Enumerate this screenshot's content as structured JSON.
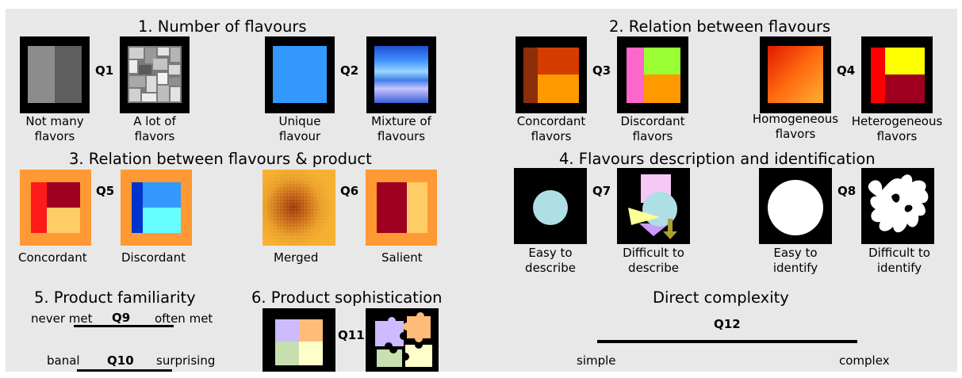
{
  "sections": {
    "s1": "1. Number of flavours",
    "s2": "2. Relation between flavours",
    "s3": "3. Relation between flavours & product",
    "s4": "4. Flavours description and identification",
    "s5": "5. Product familiarity",
    "s6": "6. Product sophistication",
    "s7": "Direct complexity"
  },
  "questions": {
    "q1": "Q1",
    "q2": "Q2",
    "q3": "Q3",
    "q4": "Q4",
    "q5": "Q5",
    "q6": "Q6",
    "q7": "Q7",
    "q8": "Q8",
    "q9": "Q9",
    "q10": "Q10",
    "q11": "Q11",
    "q12": "Q12"
  },
  "captions": {
    "not_many": [
      "Not many",
      "flavors"
    ],
    "a_lot": [
      "A lot of",
      "flavors"
    ],
    "unique": [
      "Unique",
      "flavour"
    ],
    "mixture": [
      "Mixture of",
      "flavours"
    ],
    "concordant_flavors": [
      "Concordant",
      "flavors"
    ],
    "discordant_flavors": [
      "Discordant",
      "flavors"
    ],
    "homogeneous": [
      "Homogeneous",
      "flavors"
    ],
    "heterogeneous": [
      "Heterogeneous",
      "flavors"
    ],
    "concordant": "Concordant",
    "discordant": "Discordant",
    "merged": "Merged",
    "salient": "Salient",
    "easy_describe": [
      "Easy to",
      "describe"
    ],
    "difficult_describe": [
      "Difficult to",
      "describe"
    ],
    "easy_identify": [
      "Easy to",
      "identify"
    ],
    "difficult_identify": [
      "Difficult to",
      "identify"
    ]
  },
  "scales": {
    "familiarity": {
      "left": "never met",
      "right": "often met"
    },
    "surprise": {
      "left": "banal",
      "right": "surprising"
    },
    "complexity": {
      "left": "simple",
      "right": "complex"
    }
  },
  "colors": {
    "panel_bg": "#e8e8e8",
    "orange_frame": "#ff9933",
    "dark_red": "#a00020",
    "red": "#ff1a1a",
    "blue": "#3399ff",
    "cyan": "#66ffff",
    "light_blue_disc": "#aedfe4",
    "yellow": "#ffff00"
  },
  "icons": [
    "two-grey-rectangles-icon",
    "grey-mosaic-icon",
    "blue-square-icon",
    "blue-gradient-stripes-icon",
    "brown-orange-blocks-icon",
    "pink-green-orange-blocks-icon",
    "red-orange-gradient-icon",
    "red-yellow-blocks-icon",
    "orange-framed-red-blocks-icon",
    "orange-framed-blue-blocks-icon",
    "blurred-merged-blot-icon",
    "orange-framed-red-block-icon",
    "light-blue-disc-icon",
    "overlapping-shapes-icon",
    "white-disc-icon",
    "white-blob-shape-icon",
    "four-pastel-squares-icon",
    "jigsaw-puzzle-icon"
  ]
}
